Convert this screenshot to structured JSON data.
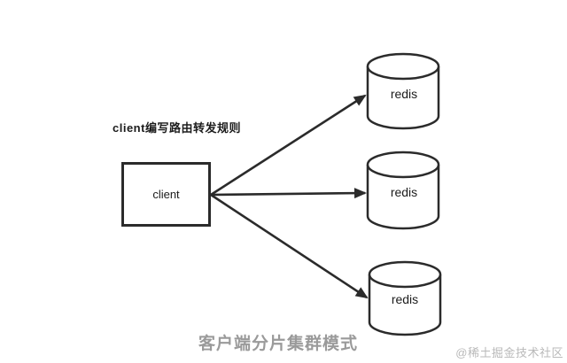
{
  "diagram": {
    "routing_label": "client编写路由转发规则",
    "client": {
      "label": "client"
    },
    "redis_nodes": [
      {
        "label": "redis"
      },
      {
        "label": "redis"
      },
      {
        "label": "redis"
      }
    ],
    "caption": "客户端分片集群模式",
    "watermark": "@稀土掘金技术社区",
    "colors": {
      "stroke": "#2b2b2b",
      "text": "#1c1c1c",
      "caption": "#9a9a9a",
      "watermark": "#b9b9b9",
      "background": "#ffffff"
    }
  }
}
